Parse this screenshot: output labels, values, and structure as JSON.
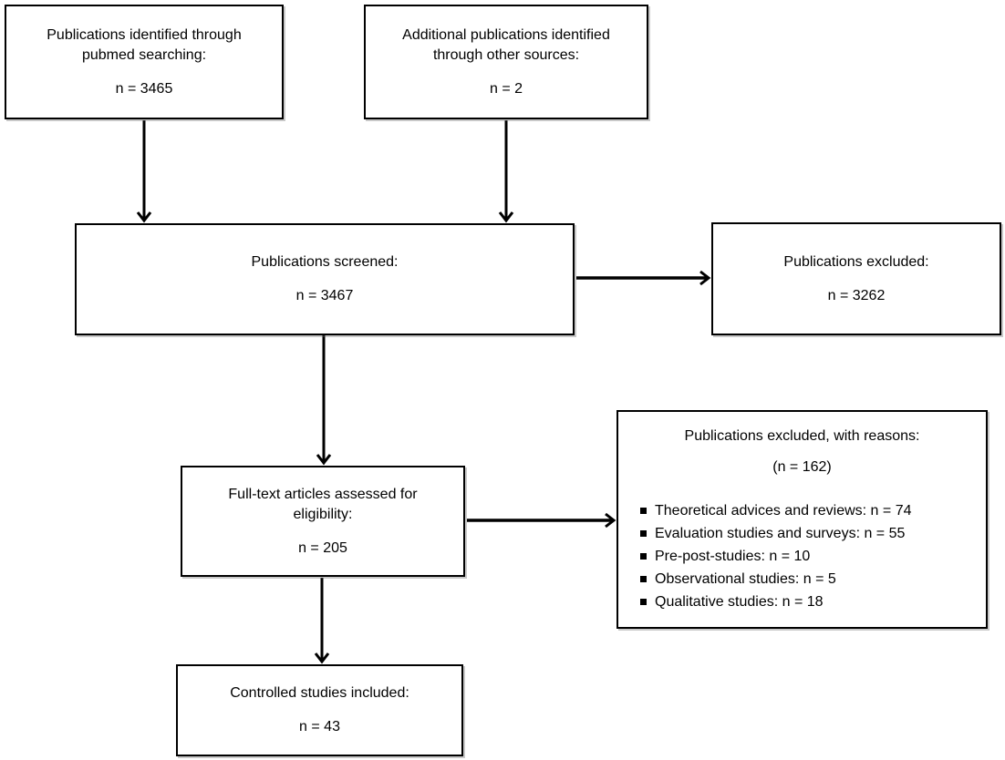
{
  "colors": {
    "box_border": "#000000",
    "box_background": "#ffffff",
    "text": "#000000",
    "arrow": "#000000"
  },
  "icons": {
    "bullet": "black-square-bullet",
    "arrowhead": "chevron-right"
  },
  "boxes": {
    "pubmed": {
      "line1": "Publications identified through",
      "line2": "pubmed searching:",
      "count": "n = 3465"
    },
    "other_sources": {
      "line1": "Additional publications identified",
      "line2": "through other sources:",
      "count": "n = 2"
    },
    "screened": {
      "line1": "Publications screened:",
      "count": "n = 3467"
    },
    "excluded": {
      "line1": "Publications excluded:",
      "count": "n = 3262"
    },
    "fulltext": {
      "line1": "Full-text articles assessed for",
      "line2": "eligibility:",
      "count": "n = 205"
    },
    "excluded_reasons": {
      "title": "Publications excluded, with reasons:",
      "count": "(n = 162)",
      "items": [
        "Theoretical advices and reviews: n = 74",
        "Evaluation studies and surveys: n = 55",
        "Pre-post-studies: n = 10",
        "Observational studies: n = 5",
        "Qualitative studies: n = 18"
      ]
    },
    "included": {
      "line1": "Controlled studies included:",
      "count": "n = 43"
    }
  }
}
